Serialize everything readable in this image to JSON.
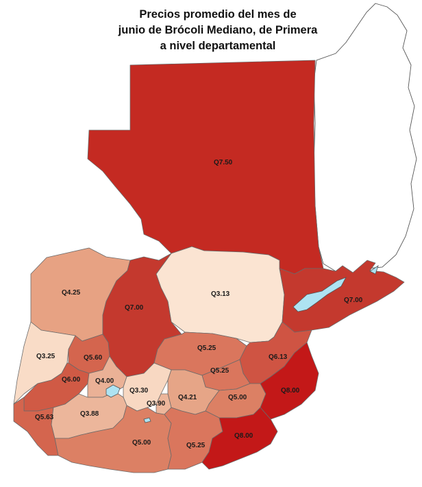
{
  "title_lines": [
    "Precios promedio del mes de",
    "junio de Brócoli Mediano, de Primera",
    "a nivel departamental"
  ],
  "colors": {
    "lightest": "#fbe6d6",
    "light": "#f0c2a4",
    "medium_light": "#e49a7c",
    "medium": "#d8705a",
    "dark": "#c43a2e",
    "darkest": "#c31818",
    "lake": "#aee3f2"
  },
  "departments": [
    {
      "price": "Q7.50",
      "price_value": 7.5,
      "color": "#c42a22"
    },
    {
      "price": "Q3.13",
      "price_value": 3.13,
      "color": "#fbe4d2"
    },
    {
      "price": "Q7.00",
      "price_value": 7.0,
      "color": "#c4392e"
    },
    {
      "price": "Q4.25",
      "price_value": 4.25,
      "color": "#e7a283"
    },
    {
      "price": "Q7.00",
      "price_value": 7.0,
      "color": "#c4392e"
    },
    {
      "price": "Q5.25",
      "price_value": 5.25,
      "color": "#da765d"
    },
    {
      "price": "Q6.13",
      "price_value": 6.13,
      "color": "#cf5443"
    },
    {
      "price": "Q5.25",
      "price_value": 5.25,
      "color": "#da765d"
    },
    {
      "price": "Q3.25",
      "price_value": 3.25,
      "color": "#f9dcc7"
    },
    {
      "price": "Q5.60",
      "price_value": 5.6,
      "color": "#d4654e"
    },
    {
      "price": "Q6.00",
      "price_value": 6.0,
      "color": "#d05a45"
    },
    {
      "price": "Q4.00",
      "price_value": 4.0,
      "color": "#eab196"
    },
    {
      "price": "Q3.30",
      "price_value": 3.3,
      "color": "#f8d8c2"
    },
    {
      "price": "Q4.21",
      "price_value": 4.21,
      "color": "#e6a587"
    },
    {
      "price": "Q3.90",
      "price_value": 3.9,
      "color": "#ecb69b"
    },
    {
      "price": "Q5.00",
      "price_value": 5.0,
      "color": "#dc8064"
    },
    {
      "price": "Q8.00",
      "price_value": 8.0,
      "color": "#c31818"
    },
    {
      "price": "Q5.63",
      "price_value": 5.63,
      "color": "#d4654e"
    },
    {
      "price": "Q3.88",
      "price_value": 3.88,
      "color": "#ecb69b"
    },
    {
      "price": "Q5.00",
      "price_value": 5.0,
      "color": "#dc8064"
    },
    {
      "price": "Q5.25",
      "price_value": 5.25,
      "color": "#da765d"
    },
    {
      "price": "Q8.00",
      "price_value": 8.0,
      "color": "#c31818"
    }
  ]
}
